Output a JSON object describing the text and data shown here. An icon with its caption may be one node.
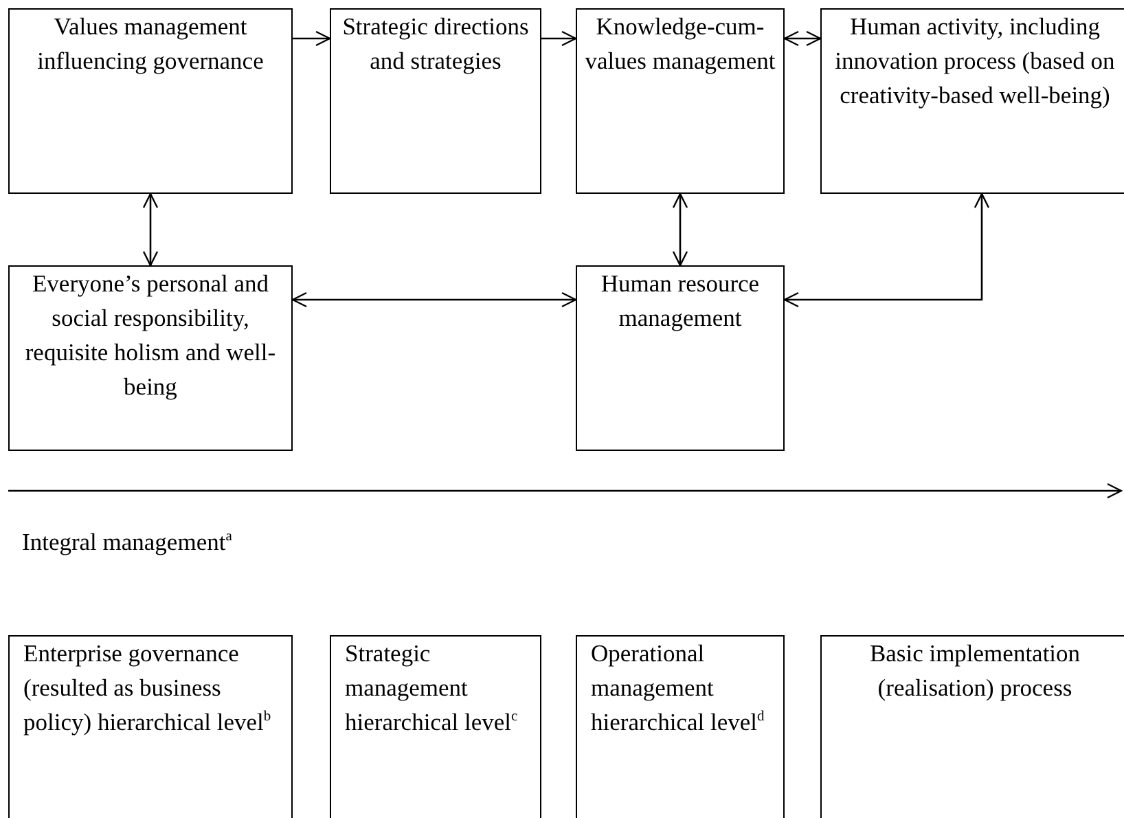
{
  "diagram": {
    "nodes": [
      {
        "text": [
          "Values management influencing governance"
        ]
      },
      {
        "text": [
          "Strategic directions and strategies"
        ]
      },
      {
        "text": [
          "Knowledge-cum-values management"
        ]
      },
      {
        "text": [
          "Human activity, including innovation process (based on creativity-based well-being)"
        ]
      },
      {
        "text": [
          "Everyone’s personal and social responsibility, requisite holism and well-being"
        ]
      },
      {
        "text": [
          "Human resource management"
        ]
      },
      {
        "text": [
          "Enterprise governance (resulted as business policy) hierarchical level$^{b}$"
        ]
      },
      {
        "text": [
          "Strategic management hierarchical level$^{c}$"
        ]
      },
      {
        "text": [
          "Operational management hierarchical level$^{d}$"
        ]
      },
      {
        "text": [
          "Basic implementation (realisation) process"
        ]
      }
    ],
    "edges": [
      {
        "from": 0,
        "to": 1,
        "arrow": "to"
      },
      {
        "from": 1,
        "to": 2,
        "arrow": "to"
      },
      {
        "from": 2,
        "to": 3,
        "arrow": "both"
      },
      {
        "from": 0,
        "to": 4,
        "arrow": "both"
      },
      {
        "from": 2,
        "to": 5,
        "arrow": "both"
      },
      {
        "from": 4,
        "to": 5,
        "arrow": "both"
      },
      {
        "from": 5,
        "to": 3,
        "arrow": "both"
      }
    ],
    "labels": [
      "Integral management$^{a}$"
    ]
  }
}
